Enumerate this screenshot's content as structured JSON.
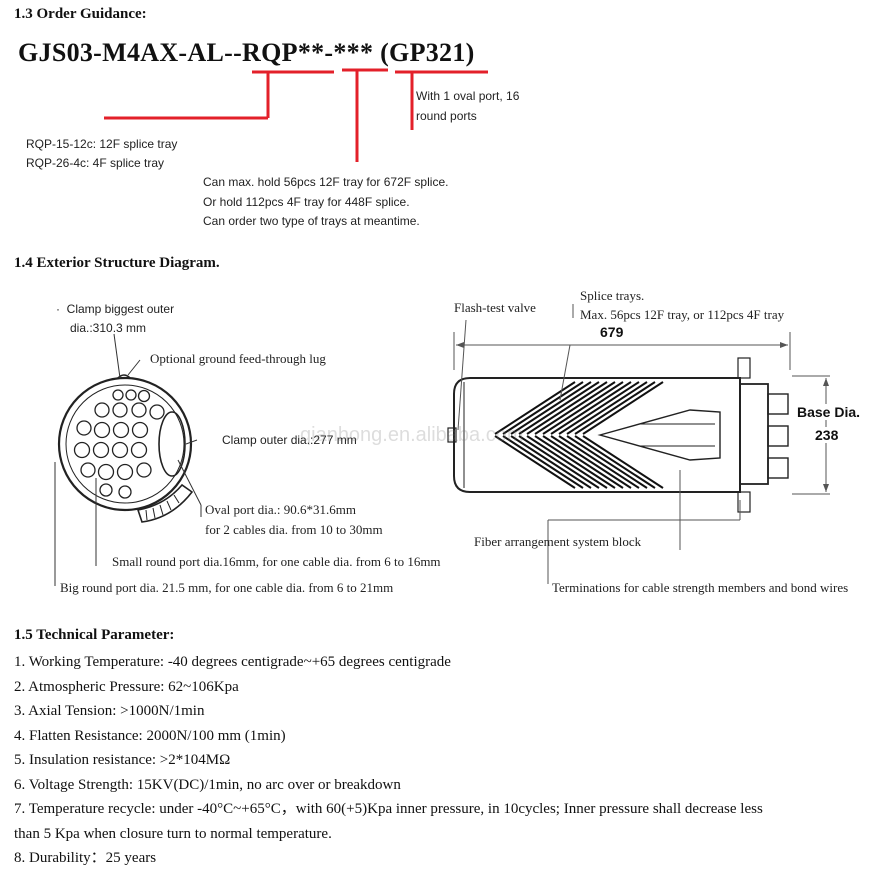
{
  "order": {
    "heading": "1.3  Order Guidance:",
    "code_prefix": "GJS03-M4AX-AL--",
    "code_rqp": "RQP**-***",
    "code_gp": "(GP321)",
    "note_ports": [
      "With 1 oval port, 16",
      "round ports"
    ],
    "note_trays": [
      "RQP-15-12c: 12F splice tray",
      "RQP-26-4c: 4F splice tray"
    ],
    "note_capacity": [
      "Can max. hold 56pcs 12F tray for 672F splice.",
      "Or hold 112pcs 4F tray for 448F splice.",
      "Can order two type of trays at meantime."
    ],
    "accent_color": "#e3202a"
  },
  "exterior": {
    "heading": "1.4 Exterior Structure Diagram.",
    "clamp_outer": [
      "Clamp biggest outer",
      "dia.:310.3  mm"
    ],
    "ground_lug": "Optional ground feed-through lug",
    "clamp_inner": "Clamp outer dia.:277 mm",
    "oval_port": [
      "Oval port dia.: 90.6*31.6mm",
      "for 2 cables dia. from 10 to 30mm"
    ],
    "small_port": "Small round port dia.16mm, for one cable dia. from 6 to 16mm",
    "big_port": "Big round port dia. 21.5 mm, for one cable dia. from 6 to 21mm",
    "flash_valve": "Flash-test valve",
    "splice_trays": [
      "Splice trays.",
      "Max. 56pcs 12F tray, or 112pcs 4F tray"
    ],
    "length": "679",
    "base_label": "Base Dia.",
    "base_value": "238",
    "fiber_block": "Fiber arrangement system block",
    "terminations": "Terminations for cable strength members and bond wires",
    "watermark": "qianhong.en.alibaba.com"
  },
  "technical": {
    "heading": "1.5 Technical Parameter:",
    "items": [
      "1. Working Temperature: -40 degrees centigrade~+65 degrees centigrade",
      "2. Atmospheric Pressure: 62~106Kpa",
      "3. Axial Tension: >1000N/1min",
      "4. Flatten Resistance: 2000N/100 mm (1min)",
      "5. Insulation resistance: >2*104MΩ",
      "6. Voltage Strength: 15KV(DC)/1min, no arc over or breakdown",
      "7. Temperature recycle: under -40°C~+65°C，with 60(+5)Kpa inner pressure, in 10cycles; Inner pressure shall decrease less",
      "than 5 Kpa when closure turn to normal temperature.",
      "8. Durability：25 years"
    ]
  }
}
